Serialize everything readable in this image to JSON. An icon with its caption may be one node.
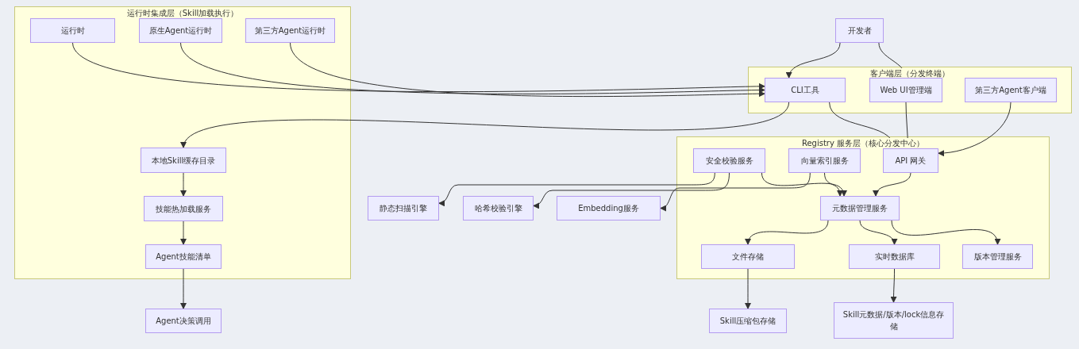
{
  "diagram": {
    "nodes": [
      {
        "text": [
          "运行时集成层（Skill加载执行）"
        ]
      },
      {
        "text": [
          "运行时"
        ],
        "in": 0
      },
      {
        "text": [
          "原生Agent运行时"
        ],
        "in": 0
      },
      {
        "text": [
          "第三方Agent运行时"
        ],
        "in": 0
      },
      {
        "text": [
          "本地Skill缓存目录"
        ],
        "in": 0
      },
      {
        "text": [
          "技能热加载服务"
        ],
        "in": 0
      },
      {
        "text": [
          "Agent技能清单"
        ],
        "in": 0
      },
      {
        "text": [
          "Agent决策调用"
        ]
      },
      {
        "text": [
          "开发者"
        ]
      },
      {
        "text": [
          "客户端层（分发终端）"
        ]
      },
      {
        "text": [
          "CLI工具"
        ],
        "in": 9
      },
      {
        "text": [
          "Web UI管理端"
        ],
        "in": 9
      },
      {
        "text": [
          "第三方Agent客户端"
        ],
        "in": 9
      },
      {
        "text": [
          "Registry 服务层（核心分发中心）"
        ]
      },
      {
        "text": [
          "安全校验服务"
        ],
        "in": 13
      },
      {
        "text": [
          "向量索引服务"
        ],
        "in": 13
      },
      {
        "text": [
          "API 网关"
        ],
        "in": 13
      },
      {
        "text": [
          "元数据管理服务"
        ],
        "in": 13
      },
      {
        "text": [
          "文件存储"
        ],
        "in": 13
      },
      {
        "text": [
          "实时数据库"
        ],
        "in": 13
      },
      {
        "text": [
          "版本管理服务"
        ],
        "in": 13
      },
      {
        "text": [
          "静态扫描引擎"
        ]
      },
      {
        "text": [
          "哈希校验引擎"
        ]
      },
      {
        "text": [
          "Embedding服务"
        ]
      },
      {
        "text": [
          "Skill压缩包存储"
        ]
      },
      {
        "text": [
          "Skill元数据/版本/lock信息存储"
        ]
      }
    ],
    "edges": [
      {
        "from": 1,
        "to": 10,
        "arrow": "to"
      },
      {
        "from": 2,
        "to": 10,
        "arrow": "to"
      },
      {
        "from": 3,
        "to": 10,
        "arrow": "to"
      },
      {
        "from": 10,
        "to": 4,
        "arrow": "to"
      },
      {
        "from": 4,
        "to": 5,
        "arrow": "to"
      },
      {
        "from": 5,
        "to": 6,
        "arrow": "to"
      },
      {
        "from": 6,
        "to": 7,
        "arrow": "to"
      },
      {
        "from": 8,
        "to": 10,
        "arrow": "to"
      },
      {
        "from": 8,
        "to": 11,
        "arrow": "to"
      },
      {
        "from": 10,
        "to": 16,
        "arrow": "to"
      },
      {
        "from": 11,
        "to": 16,
        "arrow": "to"
      },
      {
        "from": 12,
        "to": 16,
        "arrow": "to"
      },
      {
        "from": 16,
        "to": 17,
        "arrow": "to"
      },
      {
        "from": 14,
        "to": 17,
        "arrow": "to"
      },
      {
        "from": 15,
        "to": 17,
        "arrow": "to"
      },
      {
        "from": 14,
        "to": 21,
        "arrow": "to"
      },
      {
        "from": 14,
        "to": 22,
        "arrow": "to"
      },
      {
        "from": 15,
        "to": 23,
        "arrow": "to"
      },
      {
        "from": 17,
        "to": 18,
        "arrow": "to"
      },
      {
        "from": 17,
        "to": 19,
        "arrow": "to"
      },
      {
        "from": 17,
        "to": 20,
        "arrow": "to"
      },
      {
        "from": 18,
        "to": 24,
        "arrow": "to"
      },
      {
        "from": 19,
        "to": 25,
        "arrow": "to"
      }
    ]
  }
}
